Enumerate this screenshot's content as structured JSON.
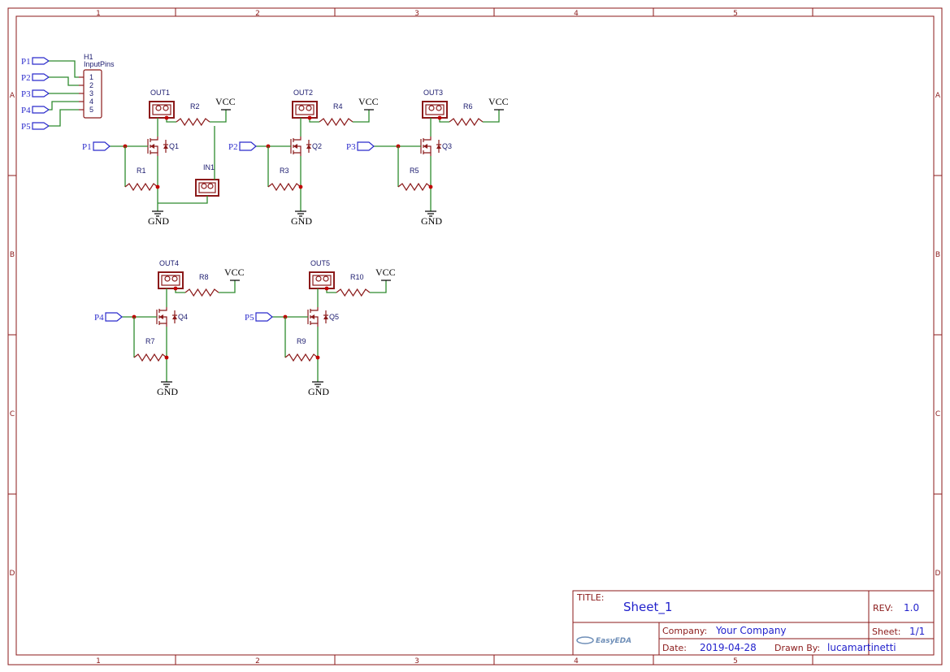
{
  "zones": {
    "columns": [
      "1",
      "2",
      "3",
      "4",
      "5"
    ],
    "rows": [
      "A",
      "B",
      "C",
      "D"
    ]
  },
  "header": {
    "ref": "H1",
    "name": "InputPins",
    "pins": [
      "1",
      "2",
      "3",
      "4",
      "5"
    ],
    "ports": [
      "P1",
      "P2",
      "P3",
      "P4",
      "P5"
    ]
  },
  "channels": [
    {
      "port": "P1",
      "out": "OUT1",
      "pullup": "R2",
      "gate_res": "R1",
      "fet": "Q1",
      "supply": "VCC",
      "ground": "GND"
    },
    {
      "port": "P2",
      "out": "OUT2",
      "pullup": "R4",
      "gate_res": "R3",
      "fet": "Q2",
      "supply": "VCC",
      "ground": "GND"
    },
    {
      "port": "P3",
      "out": "OUT3",
      "pullup": "R6",
      "gate_res": "R5",
      "fet": "Q3",
      "supply": "VCC",
      "ground": "GND"
    },
    {
      "port": "P4",
      "out": "OUT4",
      "pullup": "R8",
      "gate_res": "R7",
      "fet": "Q4",
      "supply": "VCC",
      "ground": "GND"
    },
    {
      "port": "P5",
      "out": "OUT5",
      "pullup": "R10",
      "gate_res": "R9",
      "fet": "Q5",
      "supply": "VCC",
      "ground": "GND"
    }
  ],
  "input_connector": "IN1",
  "title_block": {
    "title_label": "TITLE:",
    "title": "Sheet_1",
    "rev_label": "REV:",
    "rev": "1.0",
    "company_label": "Company:",
    "company": "Your Company",
    "sheet_label": "Sheet:",
    "sheet": "1/1",
    "date_label": "Date:",
    "date": "2019-04-28",
    "drawn_label": "Drawn By:",
    "drawn": "lucamartinetti",
    "logo": "EasyEDA"
  },
  "colors": {
    "frame": "#8b1a1a",
    "wire": "#2e8b2e",
    "junction": "#c00000",
    "port": "#2b2bcc",
    "reference": "#1a1a6e"
  }
}
